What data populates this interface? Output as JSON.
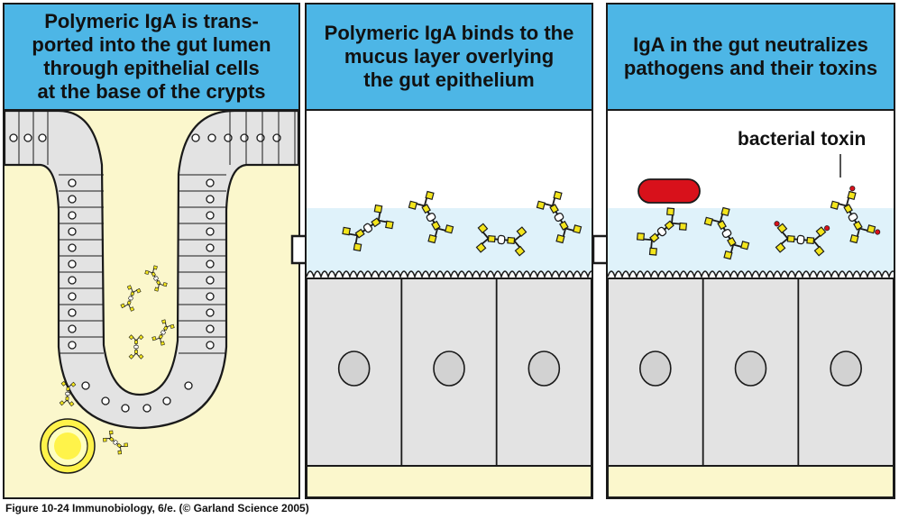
{
  "panels": [
    {
      "title": "Polymeric IgA is trans-\nported into the gut lumen\nthrough epithelial cells\nat the base of the crypts"
    },
    {
      "title": "Polymeric IgA binds to the\nmucus layer overlying\nthe gut epithelium"
    },
    {
      "title": "IgA in the gut neutralizes\npathogens and their toxins",
      "toxin_label": "bacterial toxin"
    }
  ],
  "caption": "Figure 10-24  Immunobiology, 6/e. (© Garland Science 2005)",
  "colors": {
    "header": "#4db6e6",
    "lamina_propria": "#fbf7cc",
    "epithelium": "#e3e3e3",
    "mucus": "#dff2fa",
    "iga_yellow": "#f3e51c",
    "bacterium": "#d8111b",
    "plasma_cell": "#fff34a"
  }
}
